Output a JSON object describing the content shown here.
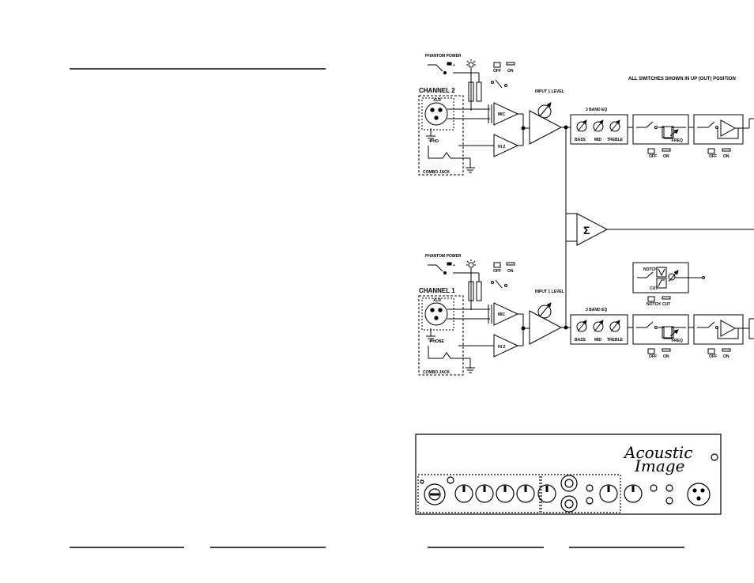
{
  "note": "ALL SWITCHES SHOWN IN UP (OUT) POSITION",
  "sum_symbol": "Σ",
  "channels": [
    {
      "title": "CHANNEL 2",
      "phantom": "PHANTOM POWER",
      "xlr": "XLR",
      "jack_label": "PHO",
      "combo": "COMBO JACK",
      "mic": "MIC",
      "hiz": "HI Z",
      "input_level": "INPUT 1 LEVEL",
      "eq_title": "3 BAND EQ",
      "eq_bands": [
        "BASS",
        "MID",
        "TREBLE"
      ],
      "freq": "FREQ",
      "off": "OFF",
      "on": "ON"
    },
    {
      "title": "CHANNEL 1",
      "phantom": "PHANTOM POWER",
      "xlr": "XLR",
      "jack_label": "PHONE",
      "combo": "COMBO JACK",
      "mic": "MIC",
      "hiz": "HI Z",
      "input_level": "INPUT 1 LEVEL",
      "eq_title": "3 BAND EQ",
      "eq_bands": [
        "BASS",
        "MID",
        "TREBLE"
      ],
      "freq": "FREQ",
      "off": "OFF",
      "on": "ON",
      "notch": "NOTCH",
      "cut": "CUT",
      "notch_switch": "NOTCH",
      "cut_switch": "CUT"
    }
  ],
  "panel": {
    "brand_line1": "Acoustic",
    "brand_line2": "Image"
  }
}
